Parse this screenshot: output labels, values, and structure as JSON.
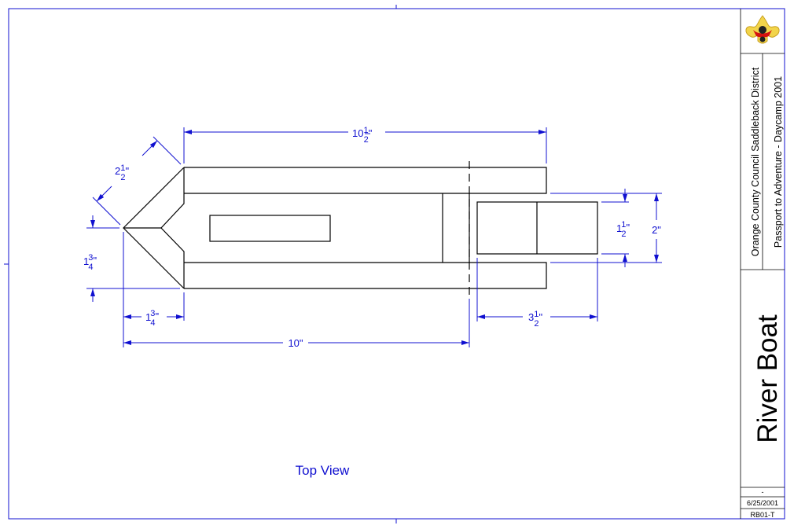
{
  "title_block": {
    "organization": "Orange County Council Saddleback District",
    "event": "Passport to Adventure - Daycamp 2001",
    "drawing_title": "River Boat",
    "revision": "-",
    "date": "6/25/2001",
    "drawing_number": "RB01-T",
    "logo": "scouting-fleur-de-lis-emblem"
  },
  "view_label": "Top View",
  "dimensions": {
    "overall_top": {
      "whole": "10",
      "num": "1",
      "den": "2",
      "unit": "\""
    },
    "bow_diagonal": {
      "whole": "2",
      "num": "1",
      "den": "2",
      "unit": "\""
    },
    "bow_half_width": {
      "whole": "1",
      "num": "3",
      "den": "4",
      "unit": "\""
    },
    "bow_length": {
      "whole": "1",
      "num": "3",
      "den": "4",
      "unit": "\""
    },
    "hull_length": {
      "text": "10\""
    },
    "paddle_length": {
      "whole": "3",
      "num": "1",
      "den": "2",
      "unit": "\""
    },
    "paddle_width": {
      "whole": "1",
      "num": "1",
      "den": "2",
      "unit": "\""
    },
    "slot_width": {
      "text": "2\""
    }
  },
  "colors": {
    "dimension": "#1010d0",
    "object": "#000000",
    "frame": "#1010d0"
  }
}
